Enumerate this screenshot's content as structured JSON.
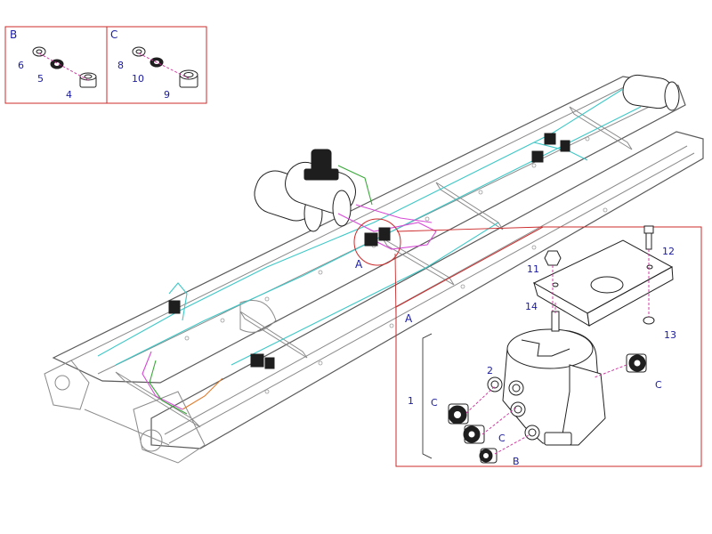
{
  "insets": {
    "b": {
      "letter": "B",
      "labels": {
        "p6": "6",
        "p5": "5",
        "p4": "4"
      }
    },
    "c": {
      "letter": "C",
      "labels": {
        "p8": "8",
        "p10": "10",
        "p9": "9"
      }
    }
  },
  "main": {
    "callout_a": "A"
  },
  "detail_a": {
    "letter": "A",
    "labels": {
      "p1": "1",
      "p2": "2",
      "p11": "11",
      "p12": "12",
      "p13": "13",
      "p14": "14",
      "c_left": "C",
      "c_mid": "C",
      "c_right": "C",
      "b_bottom": "B"
    }
  },
  "colors": {
    "frame": "#cc2a2a",
    "leader": "#cc2a9a",
    "label": "#1a1aa0",
    "pipe_cyan": "#3ec7c7",
    "pipe_magenta": "#d64ad6",
    "pipe_green": "#3aa83a",
    "pipe_orange": "#e07a2a"
  }
}
